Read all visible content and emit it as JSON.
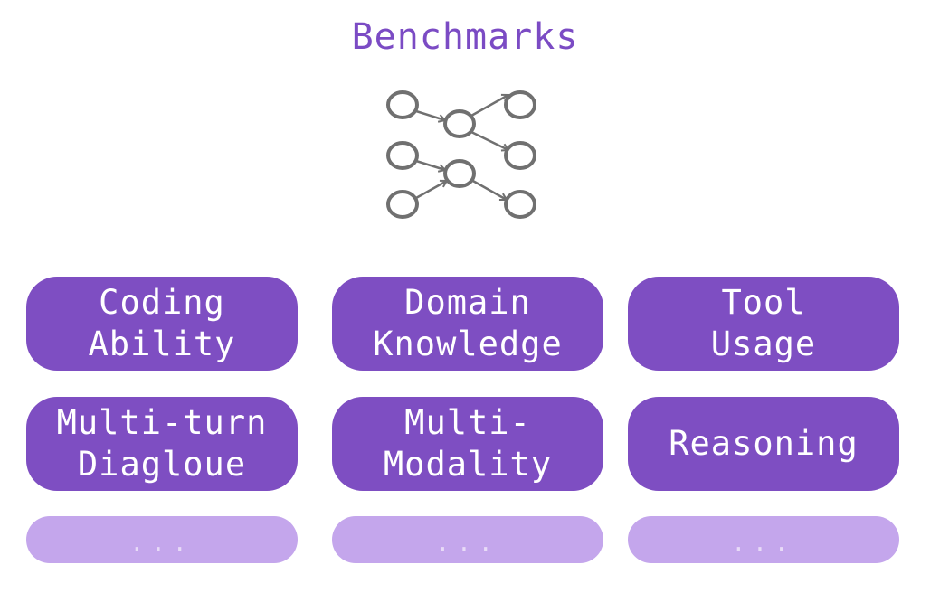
{
  "title": "Benchmarks",
  "colors": {
    "title": "#7B4BC4",
    "pill": "#7E4EC2",
    "pill_light": "#C4A6EC",
    "network": "#707070"
  },
  "icon": "network-graph-icon",
  "categories": [
    {
      "line1": "Coding",
      "line2": "Ability"
    },
    {
      "line1": "Domain",
      "line2": "Knowledge"
    },
    {
      "line1": "Tool",
      "line2": "Usage"
    },
    {
      "line1": "Multi-turn",
      "line2": "Diagloue"
    },
    {
      "line1": "Multi-",
      "line2": "Modality"
    },
    {
      "line1": "Reasoning"
    }
  ],
  "more": [
    "...",
    "...",
    "..."
  ]
}
